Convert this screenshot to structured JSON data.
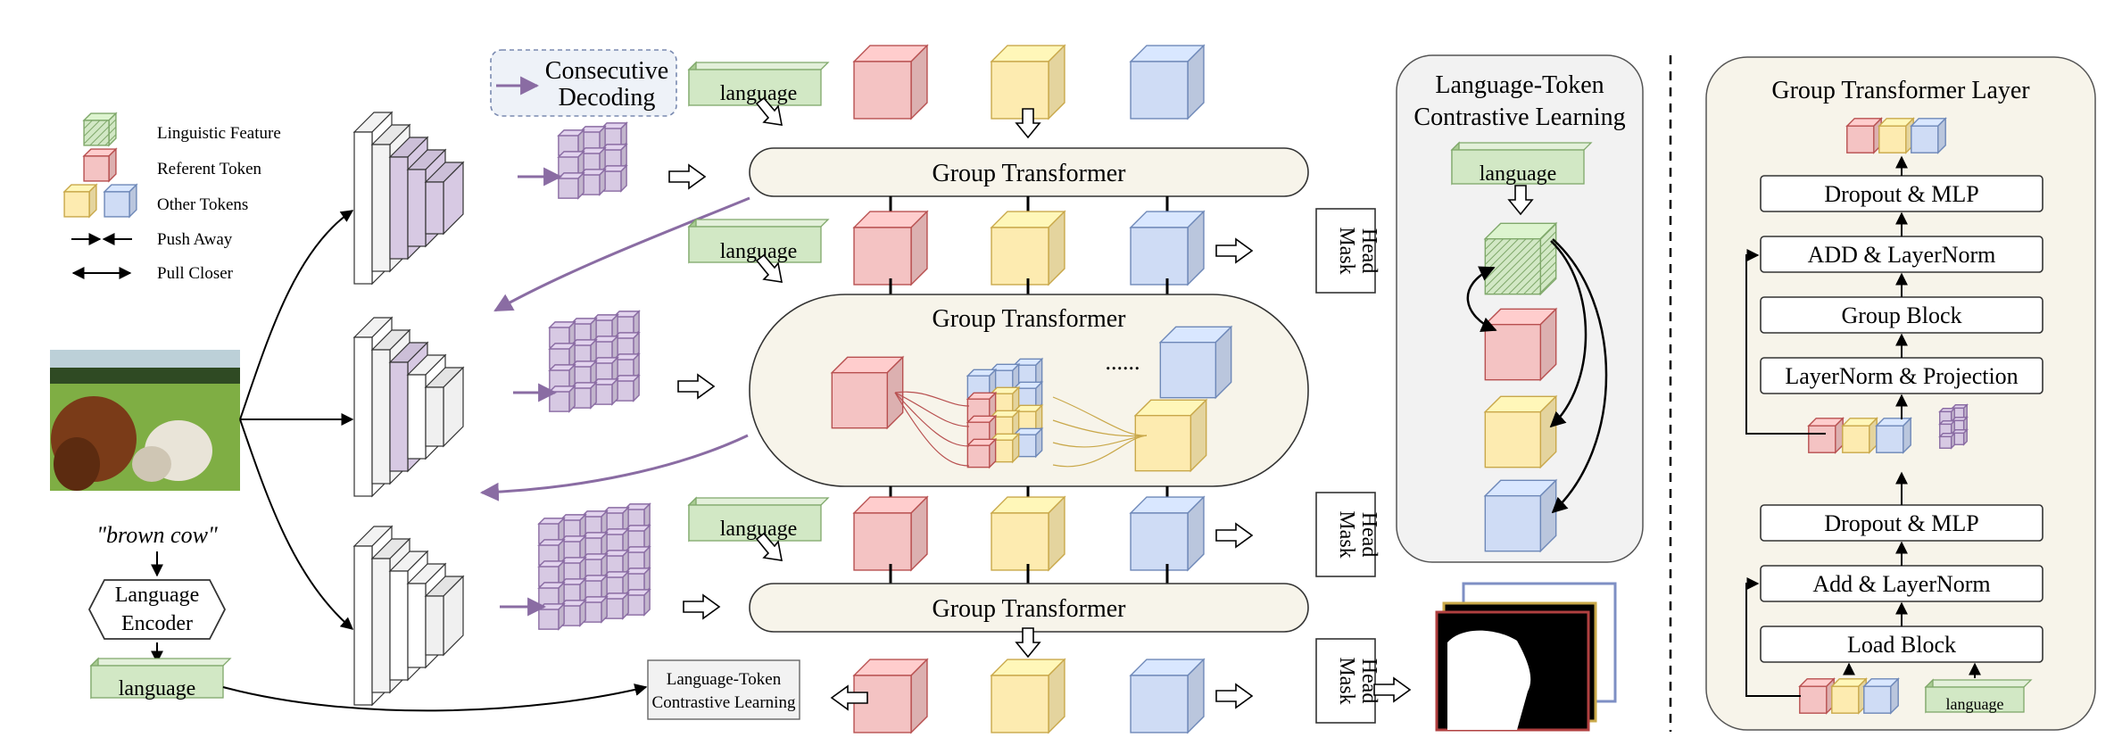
{
  "legend": {
    "linguistic_feature": "Linguistic Feature",
    "referent_token": "Referent Token",
    "other_tokens": "Other Tokens",
    "push_away": "Push Away",
    "pull_closer": "Pull Closer"
  },
  "input": {
    "query": "\"brown cow\"",
    "encoder_line1": "Language",
    "encoder_line2": "Encoder",
    "language_tag": "language"
  },
  "decoding": {
    "line1": "Consecutive",
    "line2": "Decoding"
  },
  "main": {
    "language_tag": "language",
    "group_transformer": "Group Transformer",
    "ellipsis": "......",
    "mask_head_line1": "Mask",
    "mask_head_line2": "Head",
    "contrastive_line1": "Language-Token",
    "contrastive_line2": "Contrastive Learning"
  },
  "contrastive_panel": {
    "title_line1": "Language-Token",
    "title_line2": "Contrastive Learning",
    "language_tag": "language"
  },
  "layer_panel": {
    "title": "Group Transformer Layer",
    "blocks": [
      "Dropout & MLP",
      "ADD & LayerNorm",
      "Group Block",
      "LayerNorm & Projection",
      "Dropout & MLP",
      "Add & LayerNorm",
      "Load Block"
    ],
    "language_tag": "language"
  },
  "colors": {
    "referent": "#f4c3c3",
    "referent_stroke": "#b85050",
    "other_yellow": "#fdebb0",
    "other_yellow_stroke": "#c9a84a",
    "other_blue": "#cfdcf5",
    "other_blue_stroke": "#6e88b8",
    "language_green": "#d2e8c5",
    "language_green_stroke": "#7fa86a",
    "feature_purple": "#d7c9e3",
    "feature_purple_stroke": "#8a6ca3",
    "panel_bg": "#f7f4ea"
  }
}
